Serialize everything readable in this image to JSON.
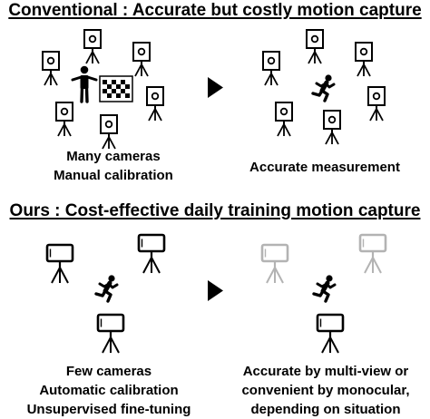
{
  "conventional": {
    "heading": "Conventional : Accurate but costly motion capture",
    "left_caption": [
      "Many cameras",
      "Manual calibration"
    ],
    "right_caption": [
      "Accurate measurement"
    ]
  },
  "ours": {
    "heading": "Ours : Cost-effective daily training motion capture",
    "left_caption": [
      "Few cameras",
      "Automatic calibration",
      "Unsupervised fine-tuning"
    ],
    "right_caption": [
      "Accurate by multi-view or",
      "convenient by monocular,",
      "depending on situation"
    ]
  },
  "colors": {
    "ink": "#000000",
    "faded_camera": "#b3b3b3",
    "background": "#ffffff"
  },
  "icons": [
    "tripod-camera-icon",
    "phone-camera-icon",
    "person-icon",
    "running-person-icon",
    "checkerboard-icon",
    "arrow-right-icon"
  ]
}
